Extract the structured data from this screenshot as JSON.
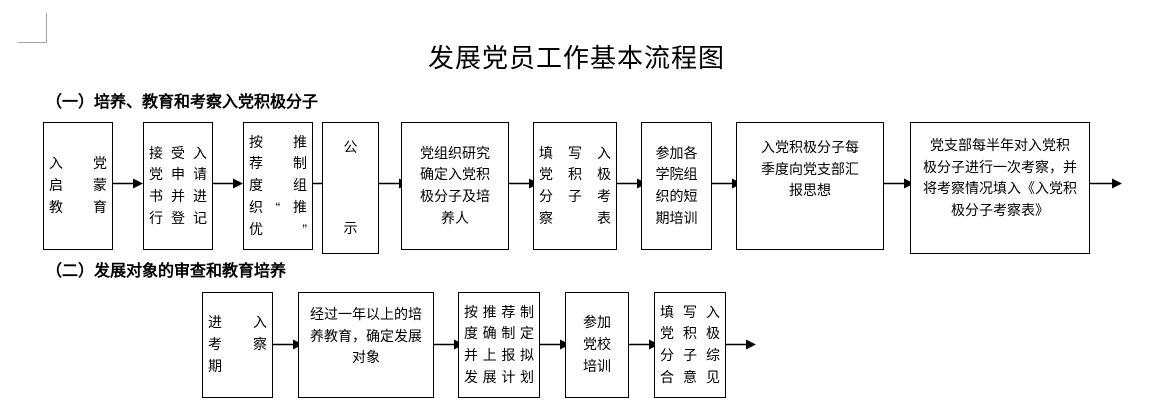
{
  "document": {
    "title": "发展党员工作基本流程图",
    "corner_mark": "page-margin-corner"
  },
  "sections": [
    {
      "id": "section-1",
      "header": "（一）培养、教育和考察入党积极分子",
      "nodes": [
        {
          "id": "n1",
          "label": "入　党\n启　蒙\n教　育"
        },
        {
          "id": "n2",
          "label": "接受入\n党申请\n书并进\n行登记"
        },
        {
          "id": "n3",
          "label": "按　推\n荐　制\n度　组\n织“推\n优”"
        },
        {
          "id": "n4",
          "label": "公\n\n示"
        },
        {
          "id": "n5",
          "label": "党组织研究\n确定入党积\n极分子及培\n养人"
        },
        {
          "id": "n6",
          "label": "填 写 入\n党 积 极\n分 子 考\n察表"
        },
        {
          "id": "n7",
          "label": "参加各\n学院组\n织的短\n期培训"
        },
        {
          "id": "n8",
          "label": "入党积极分子每\n季度向党支部汇\n报思想"
        },
        {
          "id": "n9",
          "label": "党支部每半年对入党积\n极分子进行一次考察，并\n将考察情况填入《入党积\n极分子考察表》"
        }
      ],
      "connectors": [
        "n1→n2",
        "n2→n3",
        "n3→n4",
        "n4→n5",
        "n5→n6",
        "n6→n7",
        "n7→n8",
        "n8→n9",
        "n9→out"
      ]
    },
    {
      "id": "section-2",
      "header": "（二）发展对象的审查和教育培养",
      "nodes": [
        {
          "id": "m1",
          "label": "进　入\n考　察\n期"
        },
        {
          "id": "m2",
          "label": "经过一年以上的培\n养教育，确定发展\n对象"
        },
        {
          "id": "m3",
          "label": "按推荐制\n度确制定\n并上报拟\n发展计划"
        },
        {
          "id": "m4",
          "label": "参加\n党校\n培训"
        },
        {
          "id": "m5",
          "label": "填写入\n党积极\n分子综\n合意见"
        }
      ],
      "connectors": [
        "m1→m2",
        "m2→m3",
        "m3→m4",
        "m4→m5",
        "m5→out"
      ]
    }
  ],
  "colors": {
    "stroke": "#000000",
    "background": "#ffffff",
    "corner_mark": "#a6a6a6"
  }
}
